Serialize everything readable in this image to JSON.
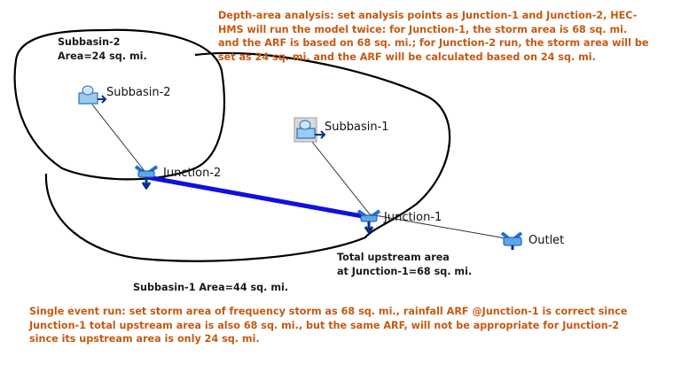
{
  "annotations": {
    "depth_area_note": "Depth-area analysis: set analysis points as Junction-1 and Junction-2, HEC-\nHMS will run the model twice: for Junction-1, the storm area is 68 sq. mi.\nand the ARF is based on 68 sq. mi.; for Junction-2 run, the storm area will be\nset as 24 sq. mi. and the ARF will be calculated based on 24 sq. mi.",
    "subbasin2_area_note": "Subbasin-2\nArea=24 sq. mi.",
    "total_upstream_note": "Total upstream area\nat Junction-1=68 sq. mi.",
    "subbasin1_area_note": "Subbasin-1 Area=44 sq. mi.",
    "single_event_note": "Single event run: set storm area of frequency storm as 68 sq. mi., rainfall ARF @Junction-1 is correct since\nJunction-1 total upstream area is also 68 sq. mi., but the same ARF, will not be appropriate for Junction-2\nsince its upstream area is only 24 sq. mi."
  },
  "elements": {
    "subbasin_2": "Subbasin-2",
    "subbasin_1": "Subbasin-1",
    "junction_2": "Junction-2",
    "junction_1": "Junction-1",
    "outlet": "Outlet"
  },
  "colors": {
    "annotation_text": "#c65911",
    "reach": "#1010e0",
    "boundary": "#000000",
    "element_icon": "#1e6fd9"
  }
}
